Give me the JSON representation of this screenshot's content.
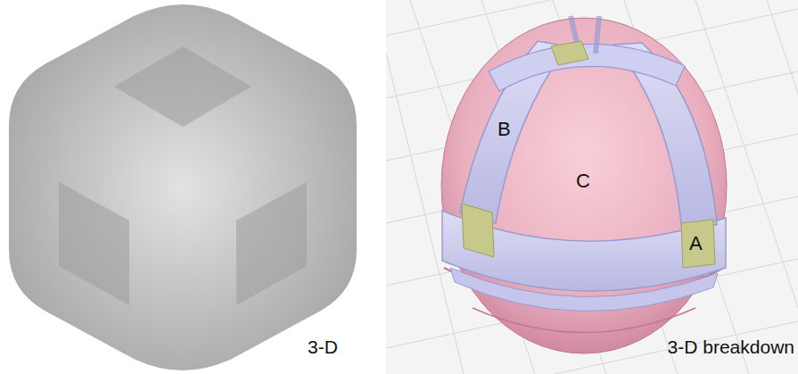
{
  "diagram": {
    "labels": [
      "3-D",
      "B",
      "C",
      "A",
      "3-D breakdown"
    ]
  }
}
